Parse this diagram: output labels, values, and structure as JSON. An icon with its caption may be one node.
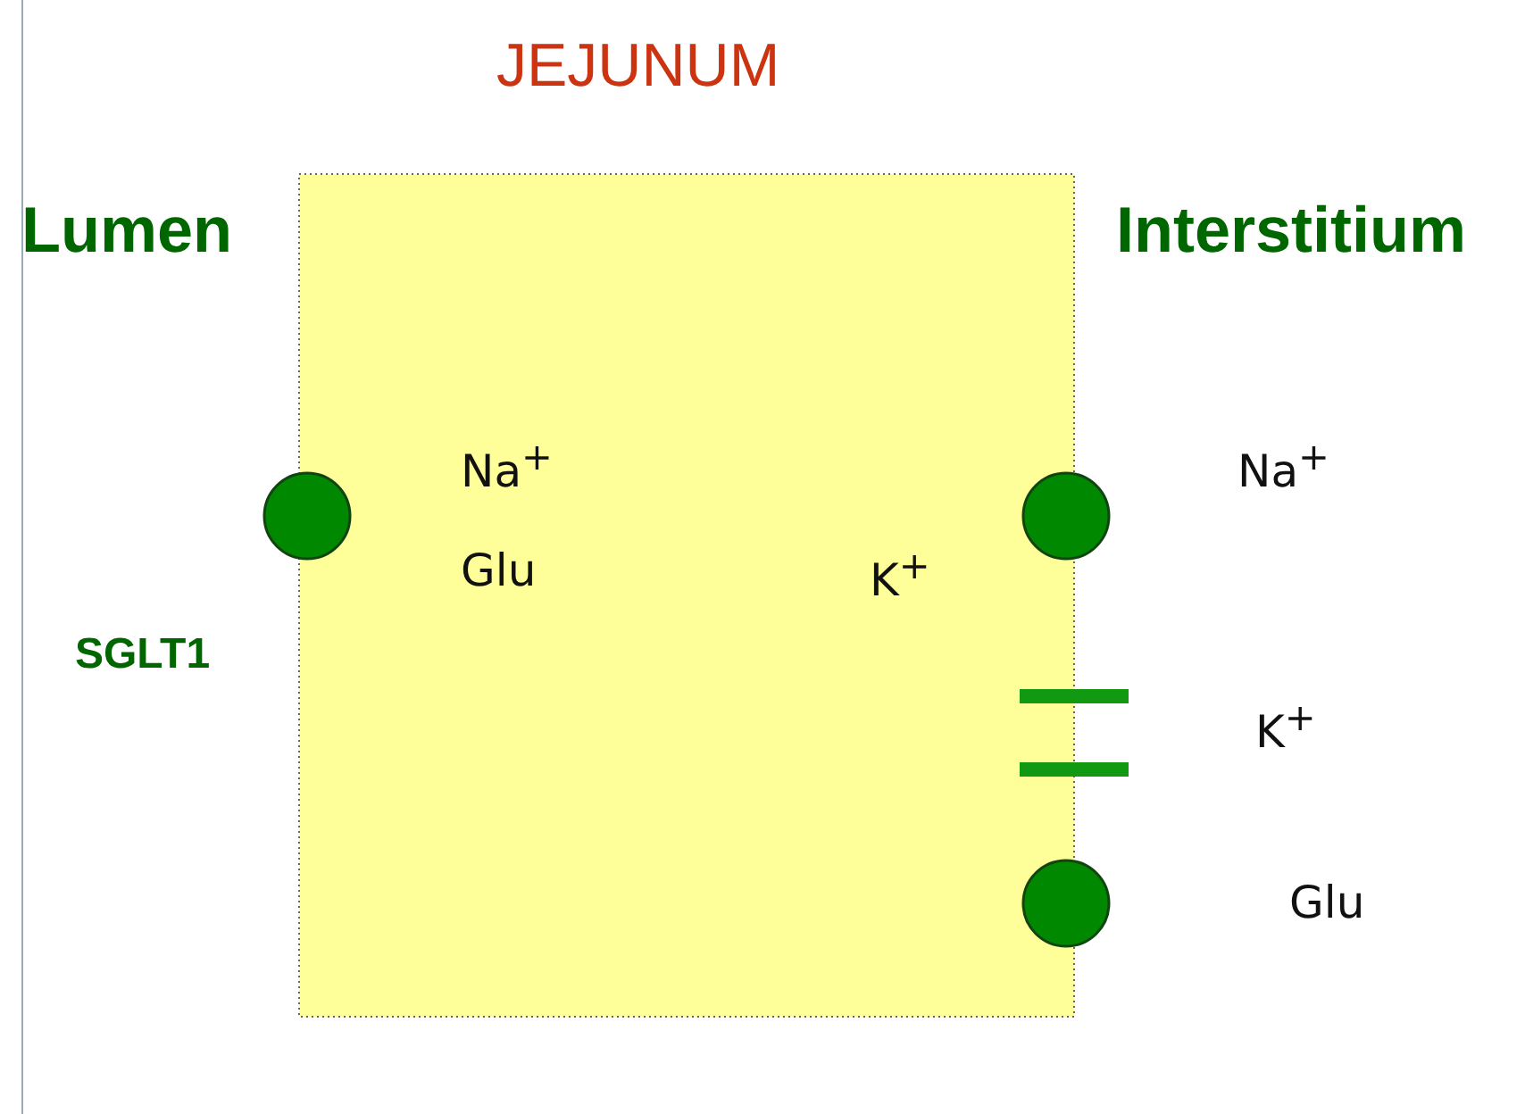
{
  "diagram": {
    "title": "JEJUNUM",
    "nodes": [
      {
        "text": [],
        "shape": "box"
      },
      {
        "text": [],
        "shape": "circle"
      },
      {
        "text": [],
        "shape": "circle"
      },
      {
        "text": [],
        "shape": "bar"
      },
      {
        "text": [],
        "shape": "circle"
      }
    ],
    "labels": [
      "Lumen",
      "Interstitium",
      "Na$^{+}$",
      "Na$^{+}$",
      "Glu",
      "K$^{+}$",
      "SGLT1",
      "K$^{+}$",
      "Glu"
    ]
  }
}
